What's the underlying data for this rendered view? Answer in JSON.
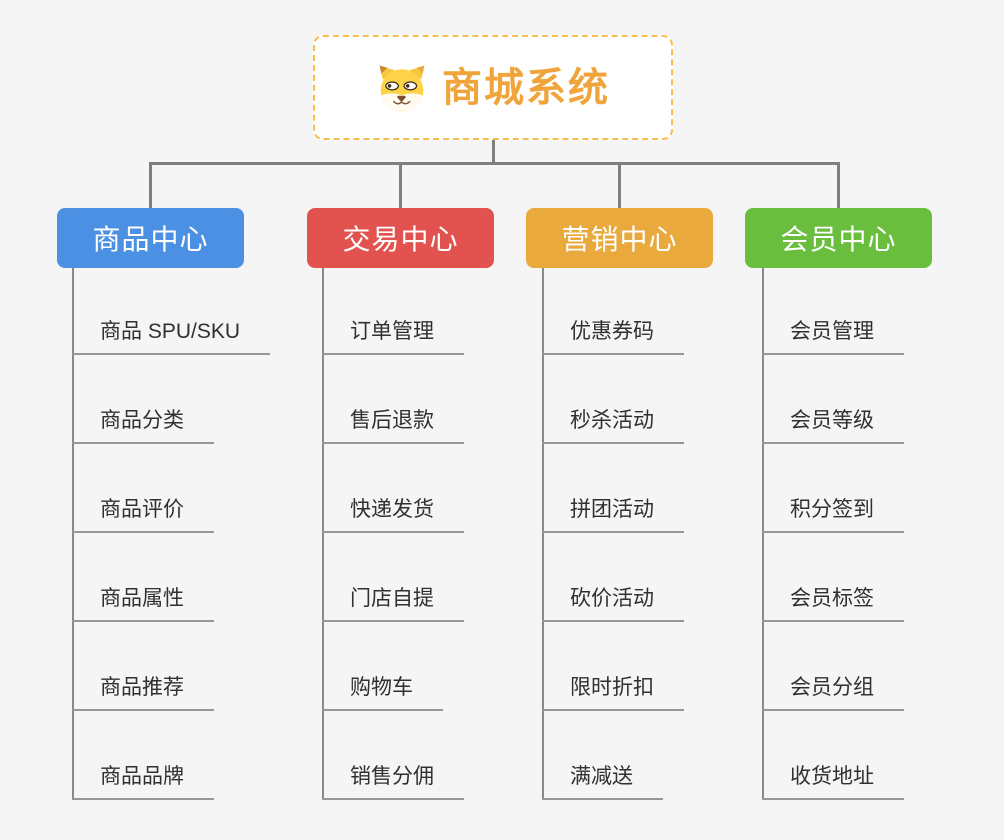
{
  "canvas": {
    "background": "#f5f5f5",
    "connector_color": "#7f7f7f"
  },
  "root": {
    "title": "商城系统",
    "icon": "doge-icon",
    "title_color": "#f0a53c",
    "border_color": "#f7be4f"
  },
  "branches": [
    {
      "label": "商品中心",
      "color": "#4b90e2",
      "items": [
        "商品 SPU/SKU",
        "商品分类",
        "商品评价",
        "商品属性",
        "商品推荐",
        "商品品牌"
      ]
    },
    {
      "label": "交易中心",
      "color": "#e2534f",
      "items": [
        "订单管理",
        "售后退款",
        "快递发货",
        "门店自提",
        "购物车",
        "销售分佣"
      ]
    },
    {
      "label": "营销中心",
      "color": "#eaa93d",
      "items": [
        "优惠券码",
        "秒杀活动",
        "拼团活动",
        "砍价活动",
        "限时折扣",
        "满减送"
      ]
    },
    {
      "label": "会员中心",
      "color": "#69be3e",
      "items": [
        "会员管理",
        "会员等级",
        "积分签到",
        "会员标签",
        "会员分组",
        "收货地址"
      ]
    }
  ]
}
